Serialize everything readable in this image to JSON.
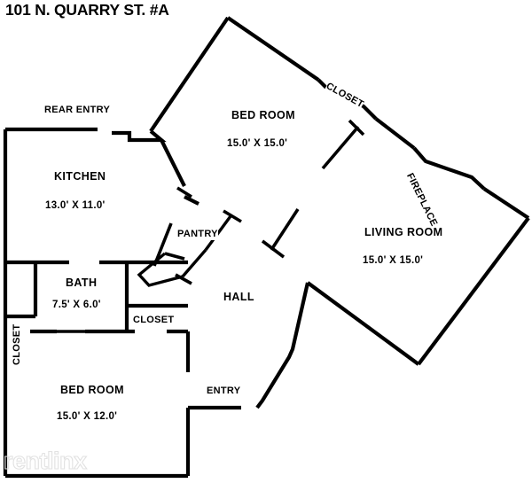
{
  "title": "101 N. QUARRY ST. #A",
  "watermark": "rentlinx",
  "rooms": [
    {
      "key": "bed_room_top",
      "name": "BED ROOM",
      "dimensions": "15.0'  X  15.0'"
    },
    {
      "key": "living_room",
      "name": "LIVING ROOM",
      "dimensions": "15.0'  X  15.0'"
    },
    {
      "key": "kitchen",
      "name": "KITCHEN",
      "dimensions": "13.0'  X  11.0'"
    },
    {
      "key": "bath",
      "name": "BATH",
      "dimensions": "7.5'  X  6.0'"
    },
    {
      "key": "bed_room_bottom",
      "name": "BED ROOM",
      "dimensions": "15.0'  X  12.0'"
    }
  ],
  "labels": {
    "rear_entry": "REAR ENTRY",
    "entry": "ENTRY",
    "hall": "HALL",
    "pantry": "PANTRY",
    "fireplace": "FIREPLACE",
    "closet_bedroom_top": "CLOSET",
    "closet_left": "CLOSET",
    "closet_hall": "CLOSET"
  },
  "style": {
    "wall_color": "#000000",
    "background_color": "#ffffff",
    "watermark_color": "#e2e2e2"
  }
}
